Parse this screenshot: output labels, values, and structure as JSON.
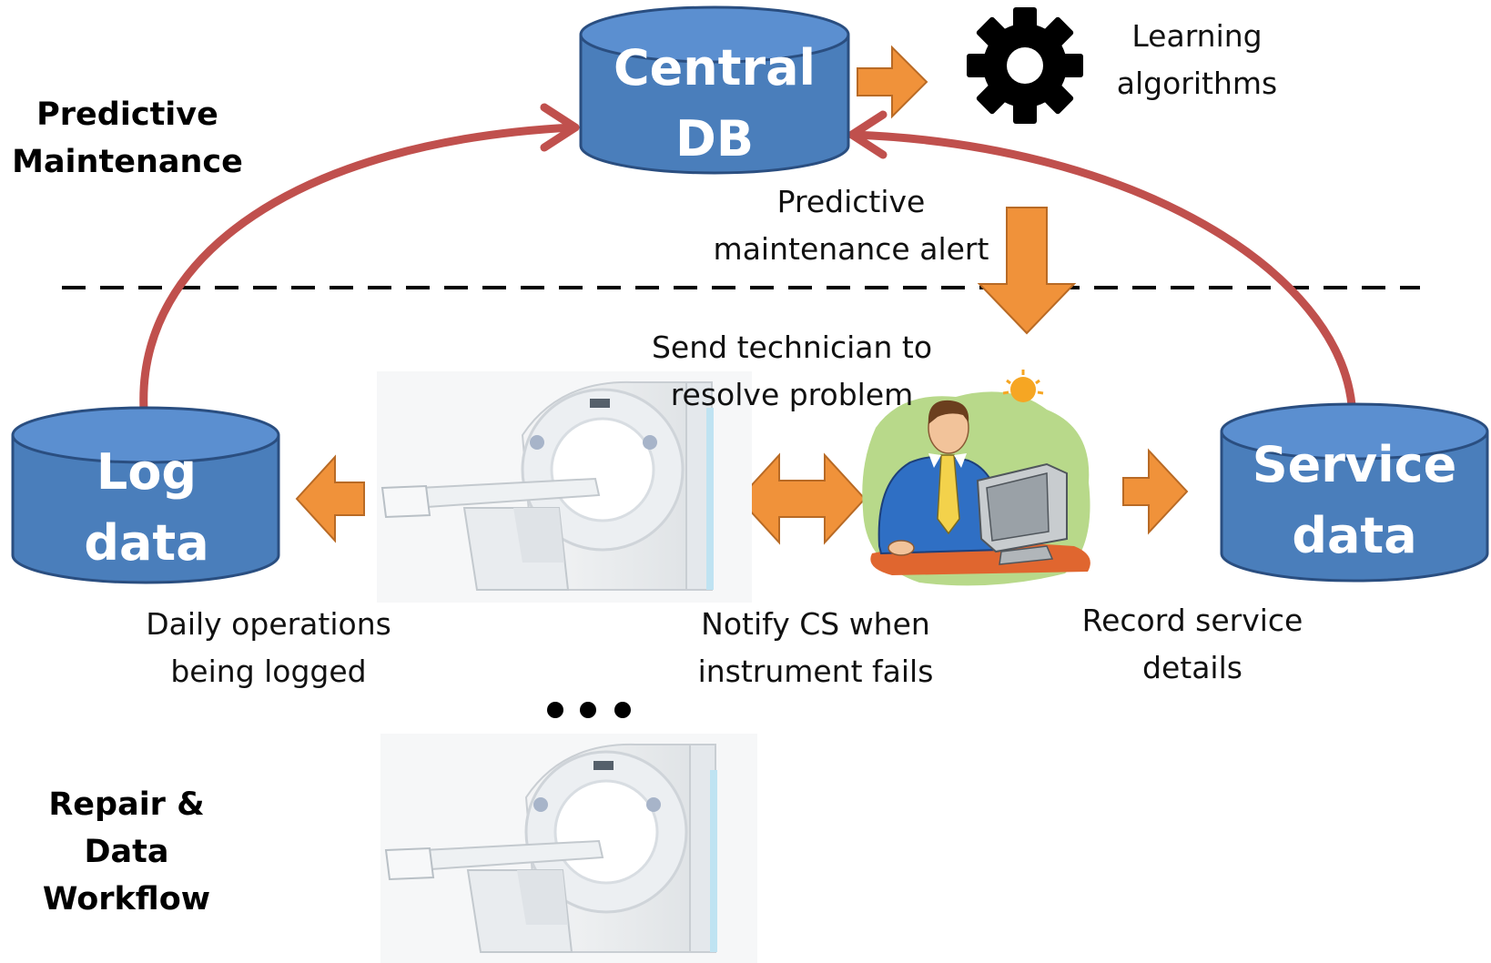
{
  "sections": {
    "top_line1": "Predictive",
    "top_line2": "Maintenance",
    "bottom_line1": "Repair & Data",
    "bottom_line2": "Workflow"
  },
  "nodes": {
    "central_db_line1": "Central",
    "central_db_line2": "DB",
    "log_data_line1": "Log",
    "log_data_line2": "data",
    "service_data_line1": "Service",
    "service_data_line2": "data"
  },
  "labels": {
    "learning_line1": "Learning",
    "learning_line2": "algorithms",
    "alert_line1": "Predictive",
    "alert_line2": "maintenance alert",
    "send_line1": "Send technician to",
    "send_line2": "resolve problem",
    "daily_line1": "Daily operations",
    "daily_line2": "being logged",
    "notify_line1": "Notify CS when",
    "notify_line2": "instrument fails",
    "record_line1": "Record service",
    "record_line2": "details"
  },
  "colors": {
    "cylinder_fill": "#4a7ebb",
    "cylinder_top": "#5b8fd0",
    "cylinder_stroke": "#2a4e80",
    "arrow_fill": "#f0923a",
    "arrow_stroke": "#b86a25",
    "curve": "#c0504d",
    "gear": "#000000"
  }
}
